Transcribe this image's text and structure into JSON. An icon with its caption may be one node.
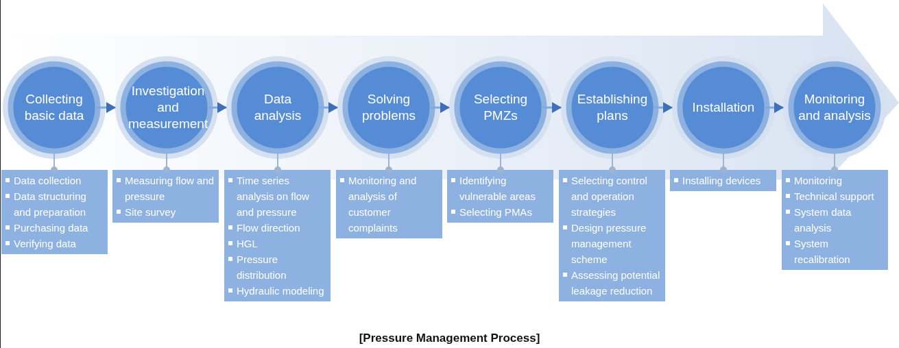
{
  "diagram": {
    "caption": "[Pressure Management Process]",
    "nodes": [
      {
        "text": [
          "Collecting basic data"
        ]
      },
      {
        "text": [
          "Investigation and measurement"
        ]
      },
      {
        "text": [
          "Data analysis"
        ]
      },
      {
        "text": [
          "Solving problems"
        ]
      },
      {
        "text": [
          "Selecting PMZs"
        ]
      },
      {
        "text": [
          "Establishing plans"
        ]
      },
      {
        "text": [
          "Installation"
        ]
      },
      {
        "text": [
          "Monitoring and analysis"
        ]
      },
      {
        "text": [
          "Data collection",
          "Data structuring and preparation",
          "Purchasing data",
          "Verifying data"
        ]
      },
      {
        "text": [
          "Measuring flow and pressure",
          "Site survey"
        ]
      },
      {
        "text": [
          "Time series analysis on flow and pressure",
          "Flow direction",
          "HGL",
          "Pressure distribution",
          "Hydraulic modeling"
        ]
      },
      {
        "text": [
          "Monitoring and analysis of customer complaints"
        ]
      },
      {
        "text": [
          "Identifying vulnerable areas",
          "Selecting PMAs"
        ]
      },
      {
        "text": [
          "Selecting control and operation strategies",
          "Design pressure management scheme",
          "Assessing potential leakage reduction"
        ]
      },
      {
        "text": [
          "Installing devices"
        ]
      },
      {
        "text": [
          "Monitoring",
          "Technical support",
          "System data analysis",
          "System recalibration"
        ]
      }
    ],
    "edges": [
      {
        "from": 0,
        "to": 1,
        "arrow": "to"
      },
      {
        "from": 1,
        "to": 2,
        "arrow": "to"
      },
      {
        "from": 2,
        "to": 3,
        "arrow": "to"
      },
      {
        "from": 3,
        "to": 4,
        "arrow": "to"
      },
      {
        "from": 4,
        "to": 5,
        "arrow": "to"
      },
      {
        "from": 5,
        "to": 6,
        "arrow": "to"
      },
      {
        "from": 6,
        "to": 7,
        "arrow": "to"
      },
      {
        "from": 0,
        "to": 8,
        "arrow": "other"
      },
      {
        "from": 1,
        "to": 9,
        "arrow": "other"
      },
      {
        "from": 2,
        "to": 10,
        "arrow": "other"
      },
      {
        "from": 3,
        "to": 11,
        "arrow": "other"
      },
      {
        "from": 4,
        "to": 12,
        "arrow": "other"
      },
      {
        "from": 5,
        "to": 13,
        "arrow": "other"
      },
      {
        "from": 6,
        "to": 14,
        "arrow": "other"
      },
      {
        "from": 7,
        "to": 15,
        "arrow": "other"
      }
    ]
  }
}
